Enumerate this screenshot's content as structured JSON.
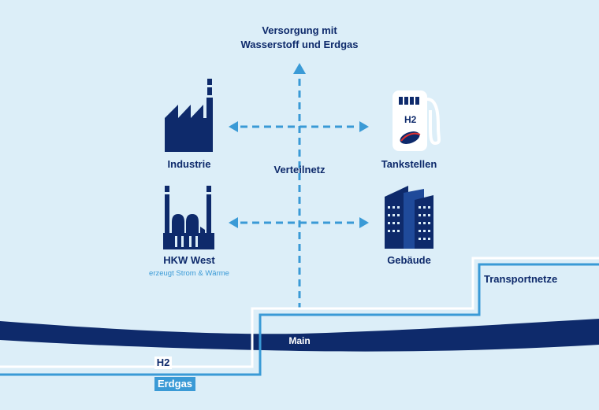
{
  "diagram": {
    "title_line1": "Versorgung mit",
    "title_line2": "Wasserstoff und Erdgas",
    "network_label": "Verteilnetz",
    "nodes": {
      "industrie": "Industrie",
      "tankstellen": "Tankstellen",
      "hkw": "HKW West",
      "hkw_sub": "erzeugt Strom & Wärme",
      "gebaeude": "Gebäude"
    },
    "pump_label": "H2",
    "transport_label": "Transportnetze",
    "river_label": "Main",
    "h2_tag": "H2",
    "erdgas_tag": "Erdgas",
    "colors": {
      "background": "#dceef8",
      "navy": "#0e2a6b",
      "accent": "#3a9ad6",
      "h2_line": "#ffffff"
    }
  }
}
